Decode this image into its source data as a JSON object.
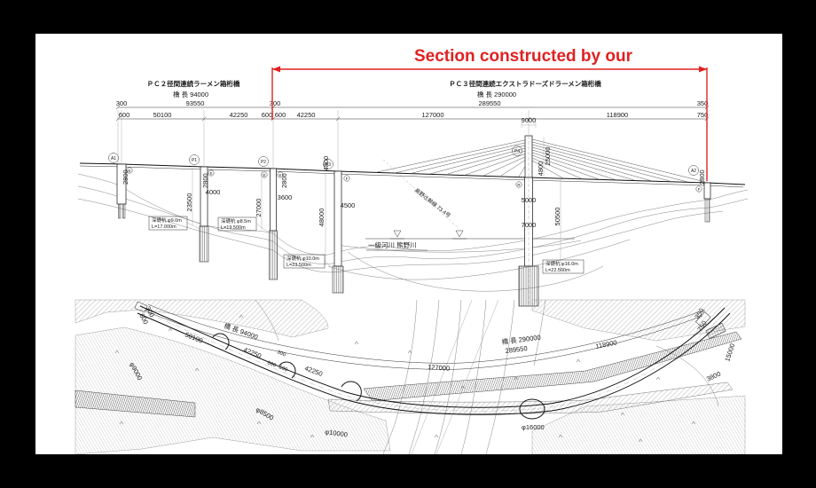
{
  "title": {
    "text": "Section constructed by our",
    "color": "#e02121"
  },
  "elevation": {
    "pc2_name": "ＰＣ２径間連続ラーメン箱桁橋",
    "pc2_len": "橋 長  94000",
    "pc3_name": "ＰＣ３径間連続エクストラドーズドラーメン箱桁橋",
    "pc3_len": "橋 長  290000",
    "row1": [
      "300",
      "93550",
      "300",
      "289550",
      "350"
    ],
    "row2": [
      "600",
      "50100",
      "42250",
      "600",
      "600",
      "42250",
      "127000",
      "118900",
      "750"
    ],
    "a1": {
      "id": "A1",
      "girder": "2800",
      "bearing": "E"
    },
    "p1": {
      "id": "P1",
      "girder": "2800",
      "width": "4000",
      "height": "23500",
      "pile1": "深礎杭 φ9.0m",
      "pile2": "L=17.000m",
      "bearing": "E"
    },
    "p2": {
      "id": "P2",
      "girder": "2800",
      "width": "3600",
      "height": "27000",
      "pile1": "深礎杭 φ8.5m",
      "pile2": "L=19.500m",
      "bearing1": "E",
      "bearing2": "E"
    },
    "p3": {
      "id": "P3",
      "girder": "4800",
      "width": "4500",
      "height": "48000",
      "pile1": "深礎杭 φ10.0m",
      "pile2": "L=23.500m",
      "bearing": "F"
    },
    "p4": {
      "id": "P4",
      "top_width": "9000",
      "tower": "25000",
      "girder": "4800",
      "w1": "5000",
      "w2": "7000",
      "height": "50500",
      "pile1": "深礎杭 φ16.0m",
      "pile2": "L=22.500m",
      "bearing": "R"
    },
    "a2": {
      "id": "A2",
      "girder": "2800",
      "bearing": "F"
    },
    "river": "一級河川 熊野川",
    "powerline": "高野辻幹線 73.4号"
  },
  "plan": {
    "labels": [
      "300",
      "600",
      "50100",
      "橋 長  94000",
      "42250",
      "300",
      "600",
      "600",
      "42250",
      "127000",
      "橋 長  290000",
      "289550",
      "118900",
      "350",
      "750",
      "15000",
      "3800",
      "φ9000",
      "φ8500",
      "φ10000",
      "φ16000"
    ]
  }
}
